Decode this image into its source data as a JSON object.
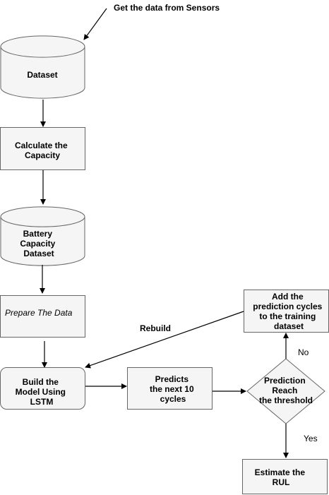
{
  "annotations": {
    "sensors": "Get the data from Sensors",
    "rebuild": "Rebuild",
    "no": "No",
    "yes": "Yes"
  },
  "nodes": {
    "dataset": {
      "shape": "cylinder",
      "lines": [
        "Dataset"
      ]
    },
    "calculate": {
      "shape": "rectangle",
      "lines": [
        "Calculate the",
        "Capacity"
      ]
    },
    "battery": {
      "shape": "cylinder",
      "lines": [
        "Battery",
        "Capacity",
        "Dataset"
      ]
    },
    "prepare": {
      "shape": "rectangle",
      "lines": [
        "Prepare The Data"
      ]
    },
    "build": {
      "shape": "rounded-rectangle",
      "lines": [
        "Build the",
        "Model Using",
        "LSTM"
      ]
    },
    "predicts": {
      "shape": "rectangle",
      "lines": [
        "Predicts",
        "the next 10",
        "cycles"
      ]
    },
    "decision": {
      "shape": "diamond",
      "lines": [
        "Prediction",
        "Reach",
        "the threshold"
      ]
    },
    "add": {
      "shape": "rectangle",
      "lines": [
        "Add the",
        "prediction cycles",
        "to the training",
        "dataset"
      ]
    },
    "estimate": {
      "shape": "rectangle",
      "lines": [
        "Estimate the",
        "RUL"
      ]
    }
  },
  "colors": {
    "shape_fill": "#f5f5f5",
    "shape_stroke": "#666666",
    "edge": "#000000"
  }
}
